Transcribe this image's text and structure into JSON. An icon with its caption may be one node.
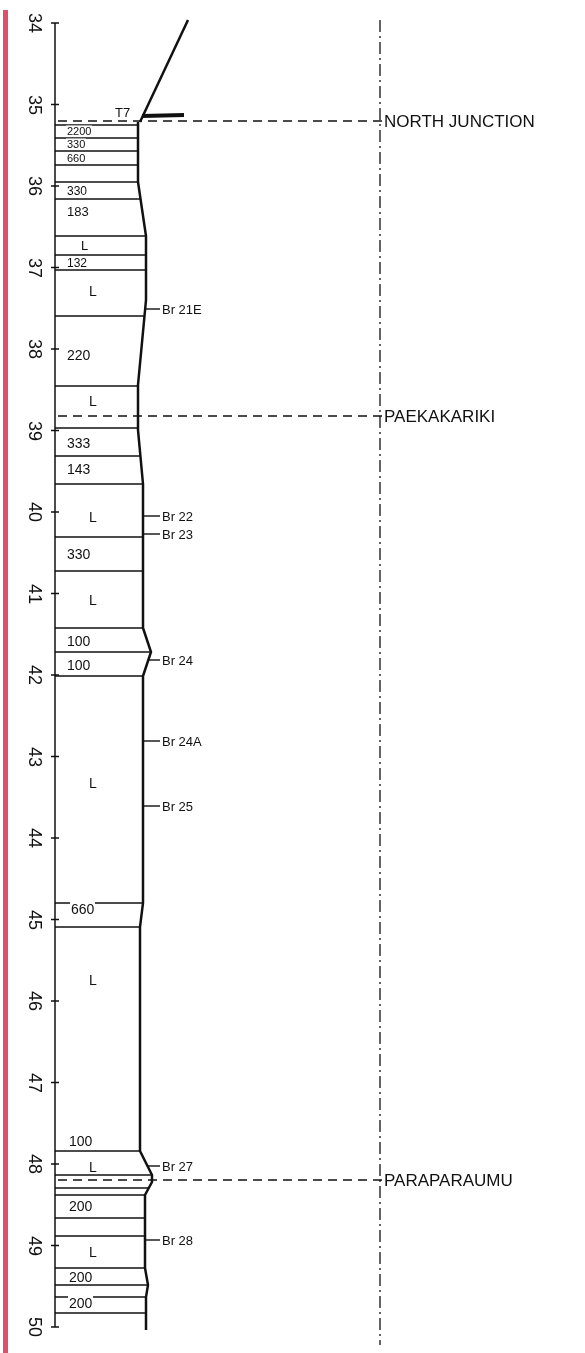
{
  "diagram": {
    "nodes": [
      {
        "text": [
          "NORTH JUNCTION"
        ]
      },
      {
        "text": [
          "Br 21E"
        ]
      },
      {
        "text": [
          "PAEKAKARIKI"
        ]
      },
      {
        "text": [
          "Br 22"
        ]
      },
      {
        "text": [
          "Br 23"
        ]
      },
      {
        "text": [
          "Br 24"
        ]
      },
      {
        "text": [
          "Br 24A"
        ]
      },
      {
        "text": [
          "Br 25"
        ]
      },
      {
        "text": [
          "Br 27"
        ]
      },
      {
        "text": [
          "PARAPARAUMU"
        ]
      },
      {
        "text": [
          "Br 28"
        ]
      }
    ],
    "edges": [
      {
        "from": 0,
        "to": null,
        "arrow": "none",
        "style": "dashed"
      },
      {
        "from": 1,
        "to": null,
        "arrow": "none"
      },
      {
        "from": 2,
        "to": null,
        "arrow": "none",
        "style": "dashed"
      },
      {
        "from": 3,
        "to": null,
        "arrow": "none"
      },
      {
        "from": 4,
        "to": null,
        "arrow": "none"
      },
      {
        "from": 5,
        "to": null,
        "arrow": "none"
      },
      {
        "from": 6,
        "to": null,
        "arrow": "none"
      },
      {
        "from": 7,
        "to": null,
        "arrow": "none"
      },
      {
        "from": 8,
        "to": null,
        "arrow": "none"
      },
      {
        "from": 9,
        "to": null,
        "arrow": "none",
        "style": "dashed"
      },
      {
        "from": 10,
        "to": null,
        "arrow": "none"
      }
    ],
    "labels": [
      "34",
      "35",
      "36",
      "37",
      "38",
      "39",
      "40",
      "41",
      "42",
      "43",
      "44",
      "45",
      "46",
      "47",
      "48",
      "49",
      "50",
      "T7",
      "2200",
      "330",
      "660",
      "330",
      "183",
      "L",
      "132",
      "L",
      "220",
      "L",
      "333",
      "143",
      "L",
      "330",
      "L",
      "100",
      "100",
      "L",
      "660",
      "L",
      "100",
      "L",
      "200",
      "L",
      "200",
      "200"
    ]
  }
}
